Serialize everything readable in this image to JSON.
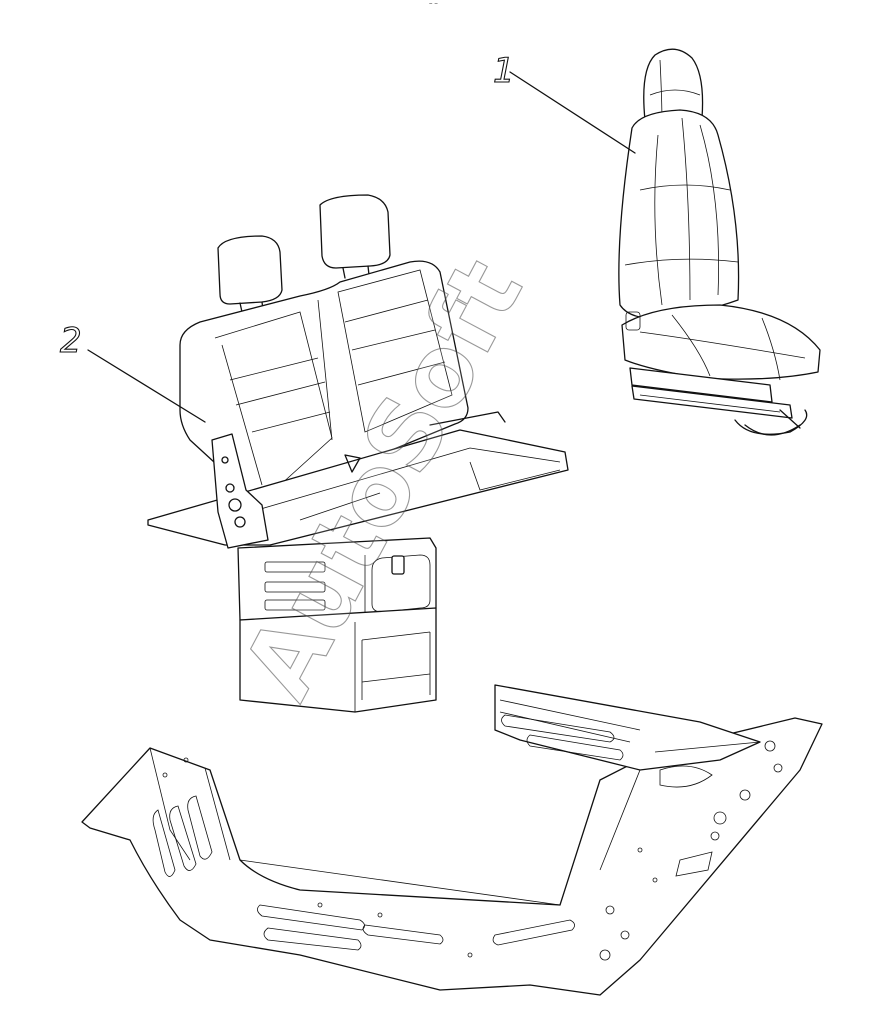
{
  "top_mark": "⁻⁻",
  "callouts": [
    {
      "number": "1",
      "target": "driver-seat"
    },
    {
      "number": "2",
      "target": "double-bench-seat"
    }
  ],
  "watermark": "AutoSoft",
  "colors": {
    "line": "#111111",
    "background": "#ffffff"
  }
}
